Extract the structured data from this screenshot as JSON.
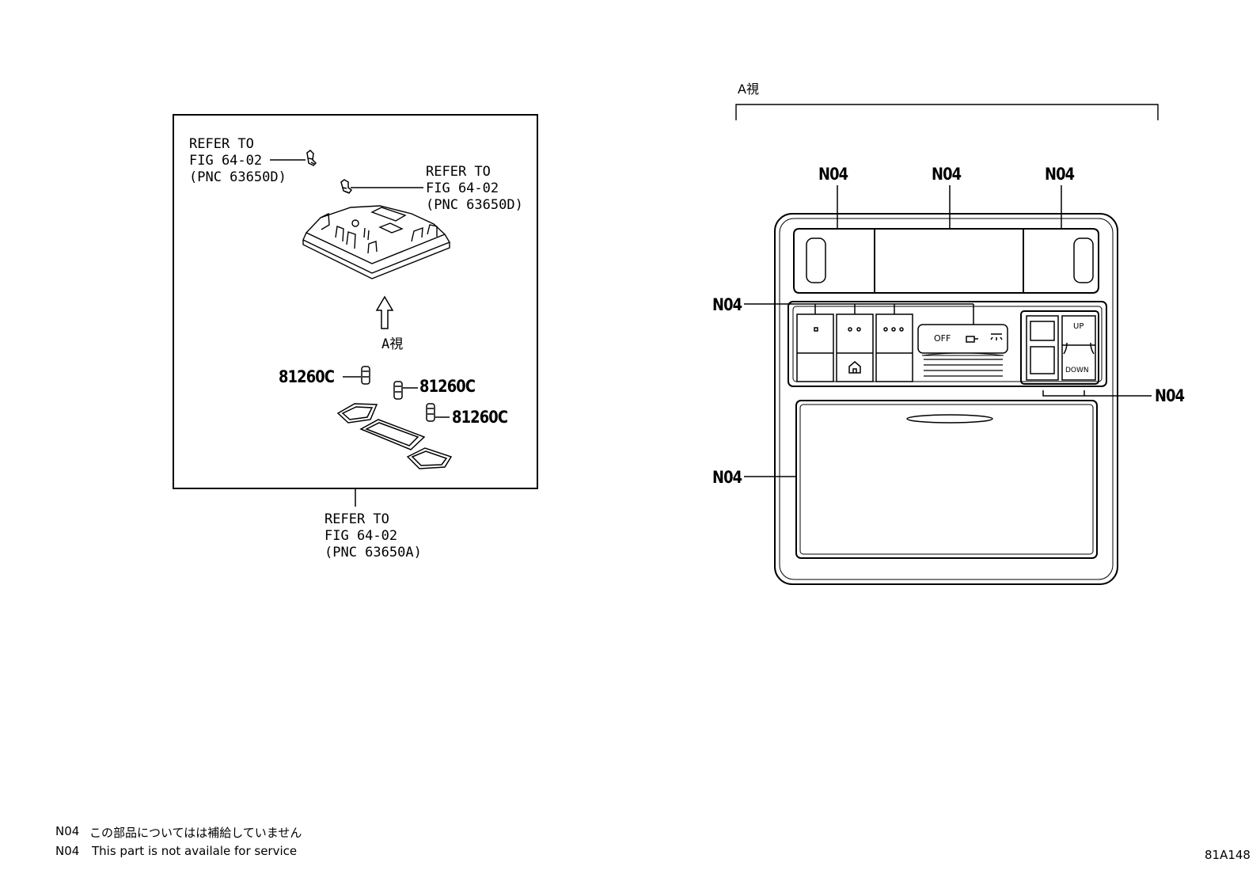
{
  "left_panel": {
    "ref_top_left": [
      "REFER TO",
      "FIG 64-02",
      "(PNC 63650D)"
    ],
    "ref_top_right": [
      "REFER TO",
      "FIG 64-02",
      "(PNC 63650D)"
    ],
    "view_label": "A視",
    "bulb_labels": [
      "81260C",
      "81260C",
      "81260C"
    ],
    "ref_bottom": [
      "REFER TO",
      "FIG 64-02",
      "(PNC 63650A)"
    ]
  },
  "right_panel": {
    "view_label": "A視",
    "part_labels": [
      "N04",
      "N04",
      "N04",
      "N04",
      "N04",
      "N04"
    ],
    "switch_text": {
      "off": "OFF",
      "up": "UP",
      "down": "DOWN"
    }
  },
  "footnotes": [
    {
      "code": "N04",
      "text": "この部品についてはは補給していません"
    },
    {
      "code": "N04",
      "text": "This part is not availale for service"
    }
  ],
  "figure_id": "81A148"
}
